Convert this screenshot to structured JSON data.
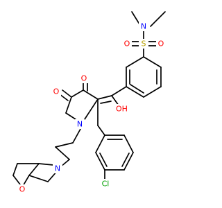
{
  "atoms": {
    "n_sulfonamide": "N",
    "s_sulfonyl": "S",
    "o_sulfonyl_left": "O",
    "o_sulfonyl_right": "O",
    "o_hydroxyl": "OH",
    "o_ketone": "O",
    "o_lactam": "O",
    "n_pyrrolidine": "N",
    "n_morpholine": "N",
    "o_morpholine": "O",
    "cl": "Cl"
  },
  "colors": {
    "bond": "#000000",
    "nitrogen": "#0000ff",
    "oxygen": "#ff0000",
    "sulfur": "#b8a200",
    "chlorine": "#00a000"
  }
}
